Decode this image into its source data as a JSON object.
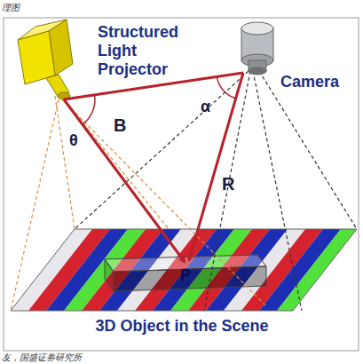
{
  "diagram": {
    "labels": [
      "理图",
      "Structured Light Projector",
      "Camera",
      "B",
      "θ",
      "α",
      "R",
      "P",
      "3D Object in the Scene",
      "友，国盛证券研究所"
    ]
  }
}
